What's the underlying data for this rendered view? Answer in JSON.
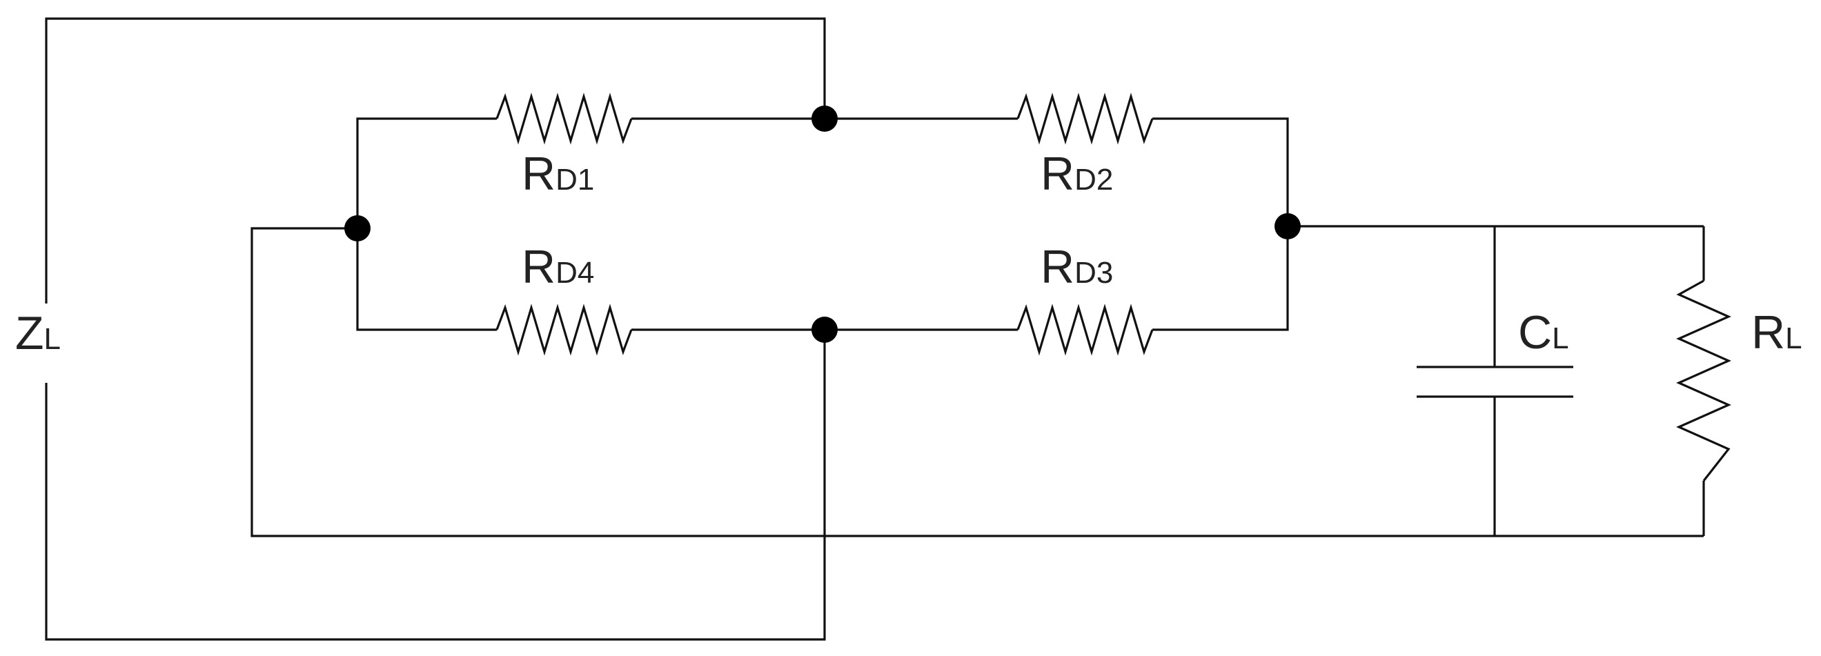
{
  "labels": {
    "zl_main": "Z",
    "zl_sub": "L",
    "rd1_main": "R",
    "rd1_sub": "D1",
    "rd2_main": "R",
    "rd2_sub": "D2",
    "rd3_main": "R",
    "rd3_sub": "D3",
    "rd4_main": "R",
    "rd4_sub": "D4",
    "cl_main": "C",
    "cl_sub": "L",
    "rl_main": "R",
    "rl_sub": "L"
  },
  "colors": {
    "line": "#111111",
    "node": "#000000",
    "text": "#222222",
    "background": "#ffffff"
  }
}
